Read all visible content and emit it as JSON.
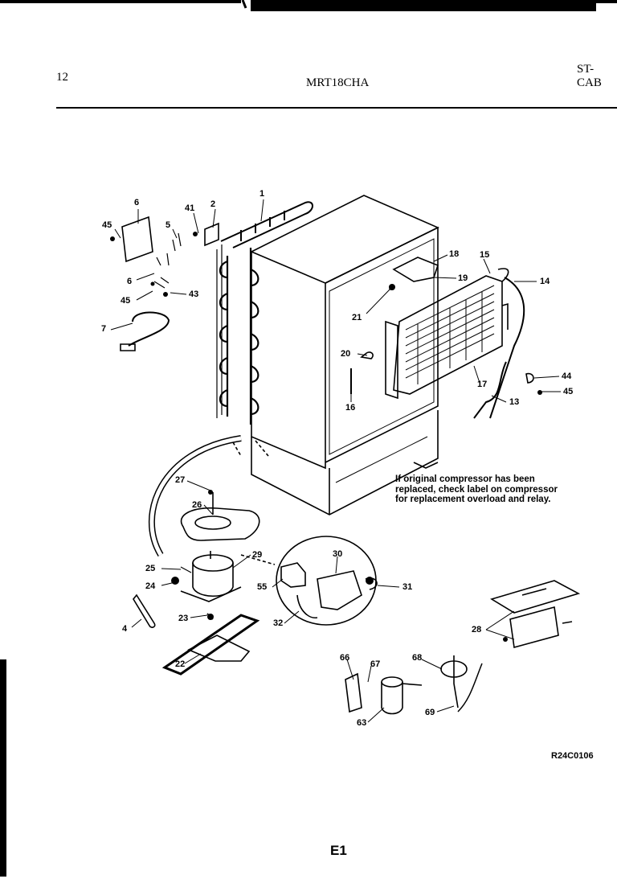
{
  "header": {
    "page_number": "12",
    "model": "MRT18CHA",
    "section": "ST-CAB"
  },
  "diagram": {
    "note_lines": [
      "If original compressor has been",
      "replaced, check label on compressor",
      "for replacement overload and relay."
    ],
    "part_labels": [
      {
        "id": "l-1",
        "text": "1"
      },
      {
        "id": "l-2",
        "text": "2"
      },
      {
        "id": "l-41",
        "text": "41"
      },
      {
        "id": "l-6a",
        "text": "6"
      },
      {
        "id": "l-45a",
        "text": "45"
      },
      {
        "id": "l-5",
        "text": "5"
      },
      {
        "id": "l-6b",
        "text": "6"
      },
      {
        "id": "l-43",
        "text": "43"
      },
      {
        "id": "l-45b",
        "text": "45"
      },
      {
        "id": "l-7",
        "text": "7"
      },
      {
        "id": "l-18",
        "text": "18"
      },
      {
        "id": "l-15a",
        "text": "15"
      },
      {
        "id": "l-14",
        "text": "14"
      },
      {
        "id": "l-19",
        "text": "19"
      },
      {
        "id": "l-21",
        "text": "21"
      },
      {
        "id": "l-20",
        "text": "20"
      },
      {
        "id": "l-16",
        "text": "16"
      },
      {
        "id": "l-17",
        "text": "17"
      },
      {
        "id": "l-44",
        "text": "44"
      },
      {
        "id": "l-45c",
        "text": "45"
      },
      {
        "id": "l-13",
        "text": "13"
      },
      {
        "id": "l-27",
        "text": "27"
      },
      {
        "id": "l-26",
        "text": "26"
      },
      {
        "id": "l-25",
        "text": "25"
      },
      {
        "id": "l-24",
        "text": "24"
      },
      {
        "id": "l-29",
        "text": "29"
      },
      {
        "id": "l-30",
        "text": "30"
      },
      {
        "id": "l-55",
        "text": "55"
      },
      {
        "id": "l-31",
        "text": "31"
      },
      {
        "id": "l-32",
        "text": "32"
      },
      {
        "id": "l-4",
        "text": "4"
      },
      {
        "id": "l-23",
        "text": "23"
      },
      {
        "id": "l-22",
        "text": "22"
      },
      {
        "id": "l-28",
        "text": "28"
      },
      {
        "id": "l-66",
        "text": "66"
      },
      {
        "id": "l-67",
        "text": "67"
      },
      {
        "id": "l-68",
        "text": "68"
      },
      {
        "id": "l-63",
        "text": "63"
      },
      {
        "id": "l-69",
        "text": "69"
      }
    ],
    "drawing_code": "R24C0106"
  },
  "footer": {
    "page_code": "E1"
  }
}
